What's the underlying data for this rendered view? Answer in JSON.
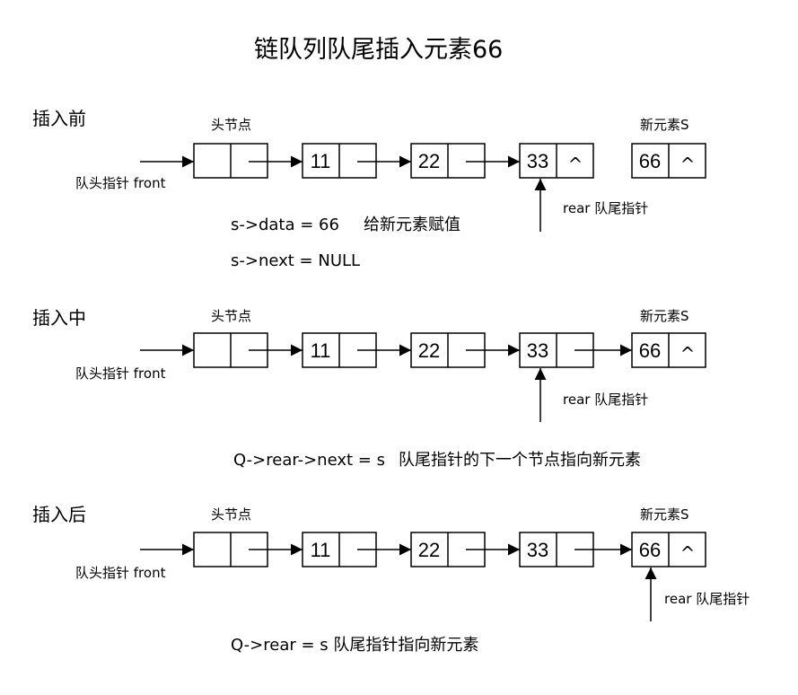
{
  "title": "链队列队尾插入元素66",
  "labels": {
    "head_node": "头节点",
    "new_element": "新元素S",
    "front_pointer": "队头指针 front",
    "rear_pointer": "rear 队尾指针",
    "null_symbol": "^"
  },
  "values": {
    "n1": "11",
    "n2": "22",
    "n3": "33",
    "n_new": "66"
  },
  "sections": {
    "before": {
      "label": "插入前",
      "code_line1": "s->data = 66",
      "code_comment1": "给新元素赋值",
      "code_line2": "s->next = NULL"
    },
    "during": {
      "label": "插入中",
      "code_line1": "Q->rear->next = s",
      "code_comment1": "队尾指针的下一个节点指向新元素"
    },
    "after": {
      "label": "插入后",
      "code_line1": "Q->rear = s 队尾指针指向新元素"
    }
  }
}
